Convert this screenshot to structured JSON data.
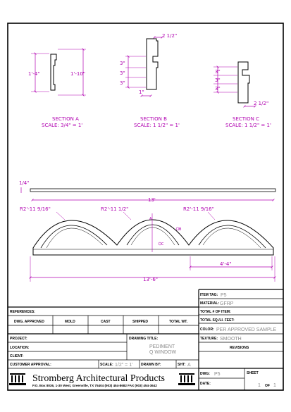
{
  "sections": {
    "a": {
      "title": "SECTION  A",
      "scale": "SCALE:  3/4\" = 1'",
      "dim_height_left": "1'-4\"",
      "dim_height_right": "1'-10\""
    },
    "b": {
      "title": "SECTION  B",
      "scale": "SCALE:  1 1/2\" = 1'",
      "dim_top": "2 1/2\"",
      "dim_upper": "3\"",
      "dim_middle": "3\"",
      "dim_lower": "3\"",
      "dim_bottom": "1\""
    },
    "c": {
      "title": "SECTION  C",
      "scale": "SCALE:  1 1/2\" = 1'",
      "dim_upper": "3\"",
      "dim_middle": "3\"",
      "dim_lower": "3\"",
      "dim_bottom": "2 1/2\""
    }
  },
  "elevation": {
    "dim_thickness": "1/4\"",
    "dim_top_width": "13'",
    "radius_left": "R2'-11 9/16\"",
    "radius_center": "R2'-11 1/2\"",
    "radius_right": "R2'-11 9/16\"",
    "marker_a": "A",
    "marker_b": "B",
    "marker_c": "C",
    "dim_span": "4'-4\"",
    "dim_overall": "13'-6\""
  },
  "title_block": {
    "item_tag_label": "ITEM TAG:",
    "item_tag_value": "P5",
    "material_label": "MATERIAL:",
    "material_value": "GFRP",
    "total_items_label": "TOTAL # OF ITEM:",
    "total_sq_label": "TOTAL SQ./LI. FEET:",
    "color_label": "COLOR:",
    "color_value": "PER APPROVED SAMPLE",
    "texture_label": "TEXTURE:",
    "texture_value": "SMOOTH",
    "revisions_label": "REVISIONS",
    "references_label": "REFERENCES:",
    "dwg_approved_label": "DWG. APPROVED",
    "mold_label": "MOLD",
    "cast_label": "CAST",
    "shipped_label": "SHIPPED",
    "total_wt_label": "TOTAL WT.",
    "project_label": "PROJECT:",
    "location_label": "LOCATION:",
    "client_label": "CLIENT:",
    "drawing_title_label": "DRAWING TITLE:",
    "drawing_title_line1": "PEDIMENT",
    "drawing_title_line2": "Q WINDOW",
    "customer_approval_label": "CUSTOMER APPROVAL:",
    "scale_label": "SCALE:",
    "scale_value": "1/2\" = 1'",
    "drawn_by_label": "DRAWN BY:",
    "sht_label": "SHT:",
    "sht_value": "A",
    "company_name": "Stromberg Architectural Products",
    "company_address": "P.O. Box 8036, 1-30 West, Greenville, TX 75404  (903) 454-8682  FAX (903) 454-3642",
    "dwg_label": "DWG:",
    "dwg_value": "P5",
    "date_label": "DATE:",
    "sheet_label": "SHEET",
    "sheet_number": "1",
    "of_label": "OF",
    "sheet_total": "1"
  }
}
